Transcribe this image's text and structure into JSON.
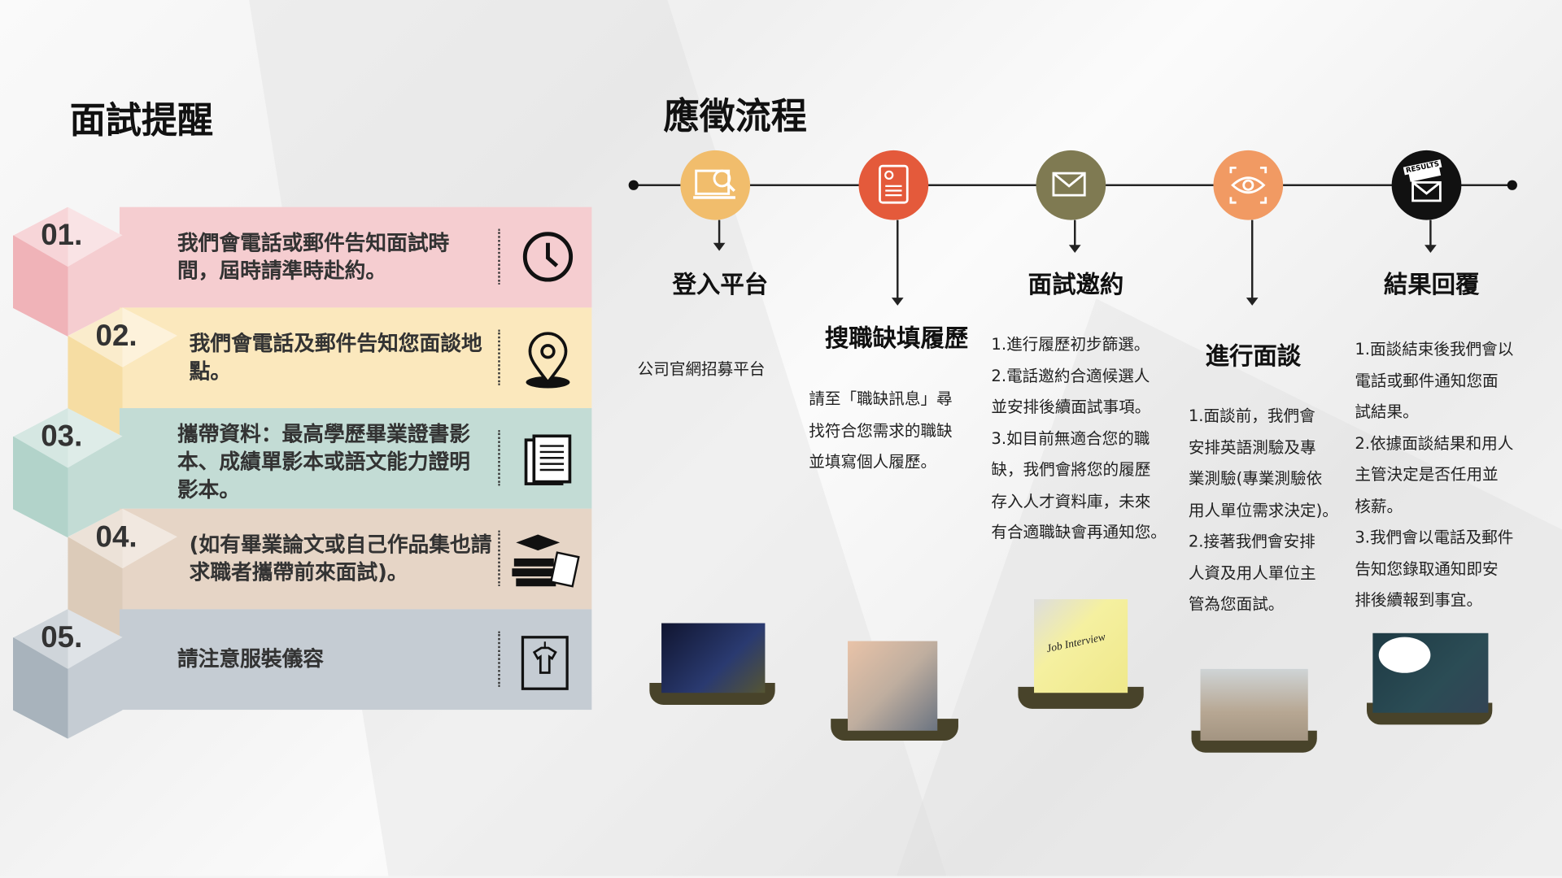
{
  "left": {
    "title": "面試提醒",
    "items": [
      {
        "num": "01.",
        "text": "我們會電話或郵件告知面試時間，屆時請準時赴約。",
        "icon": "clock-icon",
        "color": "#f5cdd0",
        "cube": "#f0b3b8"
      },
      {
        "num": "02.",
        "text": "我們會電話及郵件告知您面談地點。",
        "icon": "location-pin-icon",
        "color": "#fbe8bd",
        "cube": "#f6dda3"
      },
      {
        "num": "03.",
        "text": "攜帶資料：最高學歷畢業證書影本、成績單影本或語文能力證明影本。",
        "icon": "documents-icon",
        "color": "#c3dcd5",
        "cube": "#b2d3ca"
      },
      {
        "num": "04.",
        "text": "(如有畢業論文或自己作品集也請求職者攜帶前來面試)。",
        "icon": "graduation-books-icon",
        "color": "#e6d5c6",
        "cube": "#dccbb9"
      },
      {
        "num": "05.",
        "text": "請注意服裝儀容",
        "icon": "shirt-icon",
        "color": "#c5ccd3",
        "cube": "#a8b3bc"
      }
    ]
  },
  "right": {
    "title": "應徵流程",
    "steps": [
      {
        "title": "登入平台",
        "desc": [
          "公司官網招募平台"
        ],
        "icon": "login-search-icon",
        "color": "#f1bd6c"
      },
      {
        "title": "搜職缺填履歷",
        "desc": [
          "請至「職缺訊息」尋",
          "找符合您需求的職缺",
          "並填寫個人履歷。"
        ],
        "icon": "resume-icon",
        "color": "#e45a3b"
      },
      {
        "title": "面試邀約",
        "desc": [
          "1.進行履歷初步篩選。",
          "2.電話邀約合適候選人",
          "並安排後續面試事項。",
          "3.如目前無適合您的職",
          "缺，我們會將您的履歷",
          "存入人才資料庫，未來",
          "有合適職缺會再通知您。"
        ],
        "icon": "email-invite-icon",
        "color": "#7f7a52"
      },
      {
        "title": "進行面談",
        "desc": [
          "1.面談前，我們會",
          "安排英語測驗及專",
          "業測驗(專業測驗依",
          "用人單位需求決定)。",
          "2.接著我們會安排",
          "人資及用人單位主",
          "管為您面試。"
        ],
        "icon": "eye-focus-icon",
        "color": "#f19a63"
      },
      {
        "title": "結果回覆",
        "desc": [
          "1.面談結束後我們會以",
          "電話或郵件通知您面",
          "試結果。",
          "2.依據面談結果和用人",
          "主管決定是否任用並",
          "核薪。",
          "3.我們會以電話及郵件",
          "告知您錄取通知即安",
          "排後續報到事宜。"
        ],
        "icon": "results-mail-icon",
        "color": "#111111"
      }
    ],
    "photos": {
      "sticky_note": "Job Interview",
      "badge": "RESULTS"
    }
  }
}
